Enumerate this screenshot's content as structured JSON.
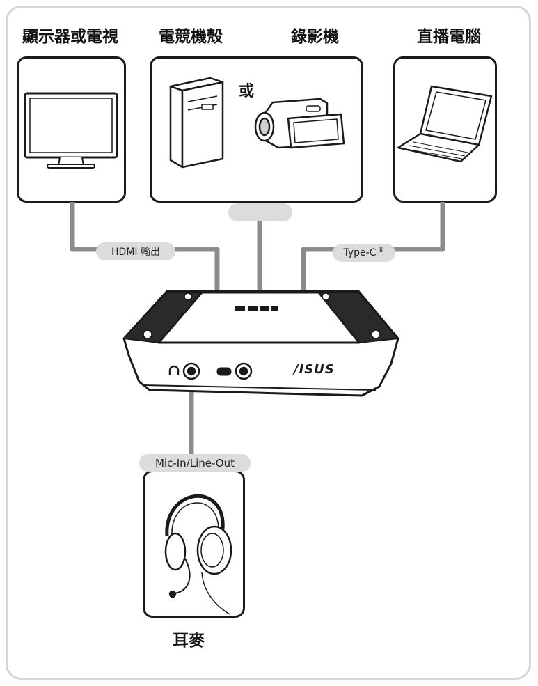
{
  "devices": {
    "display": {
      "label": "顯示器或電視"
    },
    "gaming_pc": {
      "label": "電競機殼"
    },
    "camcorder": {
      "label": "錄影機"
    },
    "or_text": "或",
    "laptop": {
      "label": "直播電腦"
    },
    "headset": {
      "label": "耳麥"
    }
  },
  "connections": {
    "hdmi_out": "HDMI 輸出",
    "type_c": "Type-C",
    "type_c_mark": "®",
    "mic_line": "Mic-In/Line-Out"
  },
  "capture_box": {
    "brand": "/ISUS"
  },
  "colors": {
    "line": "#8c8c8c",
    "outline": "#1a1a1a",
    "pill": "#dcdcdc",
    "box_dark": "#2a2a2a"
  }
}
